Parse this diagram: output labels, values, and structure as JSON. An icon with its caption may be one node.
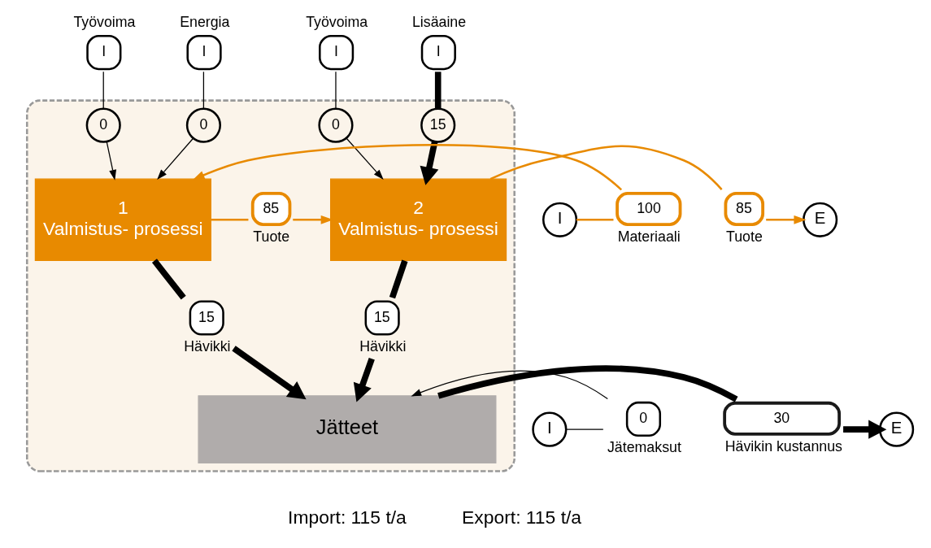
{
  "diagram": {
    "nodes": [
      {
        "text": [],
        "shape": "box"
      },
      {
        "text": [
          "I"
        ],
        "beside": [
          "Työvoima"
        ]
      },
      {
        "text": [
          "I"
        ],
        "beside": [
          "Energia"
        ]
      },
      {
        "text": [
          "I"
        ],
        "beside": [
          "Työvoima"
        ]
      },
      {
        "text": [
          "I"
        ],
        "beside": [
          "Lisäaine"
        ]
      },
      {
        "text": [
          "0"
        ],
        "in": 0
      },
      {
        "text": [
          "0"
        ],
        "in": 0
      },
      {
        "text": [
          "0"
        ],
        "in": 0
      },
      {
        "text": [
          "15"
        ],
        "in": 0
      },
      {
        "text": [
          "I"
        ]
      },
      {
        "text": [
          "100"
        ],
        "beside": [
          "Materiaali"
        ]
      },
      {
        "text": [
          "1",
          "Valmistus- prosessi"
        ],
        "in": 0
      },
      {
        "text": [
          "85"
        ],
        "beside": [
          "Tuote"
        ],
        "in": 0
      },
      {
        "text": [
          "2",
          "Valmistus- prosessi"
        ],
        "in": 0
      },
      {
        "text": [
          "85"
        ],
        "beside": [
          "Tuote"
        ]
      },
      {
        "text": [
          "E"
        ]
      },
      {
        "text": [
          "15"
        ],
        "beside": [
          "Hävikki"
        ],
        "in": 0
      },
      {
        "text": [
          "15"
        ],
        "beside": [
          "Hävikki"
        ],
        "in": 0
      },
      {
        "text": [
          "I"
        ]
      },
      {
        "text": [
          "0"
        ],
        "beside": [
          "Jätemaksut"
        ]
      },
      {
        "text": [
          "Jätteet"
        ],
        "in": 0
      },
      {
        "text": [
          "30"
        ],
        "beside": [
          "Hävikin kustannus"
        ]
      },
      {
        "text": [
          "E"
        ]
      }
    ],
    "edges": [
      {
        "from": 1,
        "to": 5,
        "arrow": "none"
      },
      {
        "from": 5,
        "to": 11,
        "arrow": "to"
      },
      {
        "from": 2,
        "to": 6,
        "arrow": "none"
      },
      {
        "from": 6,
        "to": 11,
        "arrow": "to"
      },
      {
        "from": 3,
        "to": 7,
        "arrow": "none"
      },
      {
        "from": 7,
        "to": 13,
        "arrow": "to"
      },
      {
        "from": 4,
        "to": 8,
        "arrow": "none",
        "style": "thick"
      },
      {
        "from": 8,
        "to": 13,
        "arrow": "to",
        "style": "thick"
      },
      {
        "from": 9,
        "to": 10,
        "arrow": "none",
        "color": "#e88a00"
      },
      {
        "from": 10,
        "to": 11,
        "arrow": "to",
        "color": "#e88a00"
      },
      {
        "from": 11,
        "to": 12,
        "arrow": "none",
        "color": "#e88a00"
      },
      {
        "from": 12,
        "to": 13,
        "arrow": "to",
        "color": "#e88a00"
      },
      {
        "from": 13,
        "to": 14,
        "arrow": "none",
        "color": "#e88a00"
      },
      {
        "from": 14,
        "to": 15,
        "arrow": "to",
        "color": "#e88a00"
      },
      {
        "from": 11,
        "to": 16,
        "arrow": "none",
        "style": "thick"
      },
      {
        "from": 16,
        "to": 20,
        "arrow": "to",
        "style": "thick"
      },
      {
        "from": 13,
        "to": 17,
        "arrow": "none",
        "style": "thick"
      },
      {
        "from": 17,
        "to": 20,
        "arrow": "to",
        "style": "thick"
      },
      {
        "from": 18,
        "to": 19,
        "arrow": "none"
      },
      {
        "from": 19,
        "to": 20,
        "arrow": "to"
      },
      {
        "from": 20,
        "to": 21,
        "arrow": "none",
        "style": "thick"
      },
      {
        "from": 21,
        "to": 22,
        "arrow": "to",
        "style": "thick"
      }
    ],
    "labels": [
      "Import: 115 t/a",
      "Export: 115 t/a"
    ]
  }
}
